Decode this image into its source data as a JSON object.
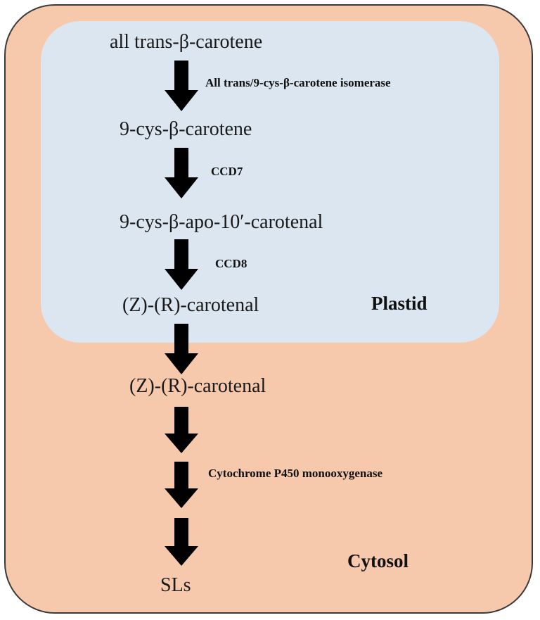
{
  "colors": {
    "cytosol_fill": "#f7c9ac",
    "plastid_fill": "#dbe6f1",
    "arrow": "#000000"
  },
  "compartments": {
    "plastid_label": "Plastid",
    "cytosol_label": "Cytosol"
  },
  "pathway": {
    "metabolites": [
      "all trans-β-carotene",
      "9-cys-β-carotene",
      "9-cys-β-apo-10′-carotenal",
      "(Z)-(R)-carotenal",
      "(Z)-(R)-carotenal",
      "SLs"
    ],
    "enzymes": [
      "All trans/9-cys-β-carotene isomerase",
      "CCD7",
      "CCD8",
      "Cytochrome P450 monooxygenase"
    ]
  }
}
